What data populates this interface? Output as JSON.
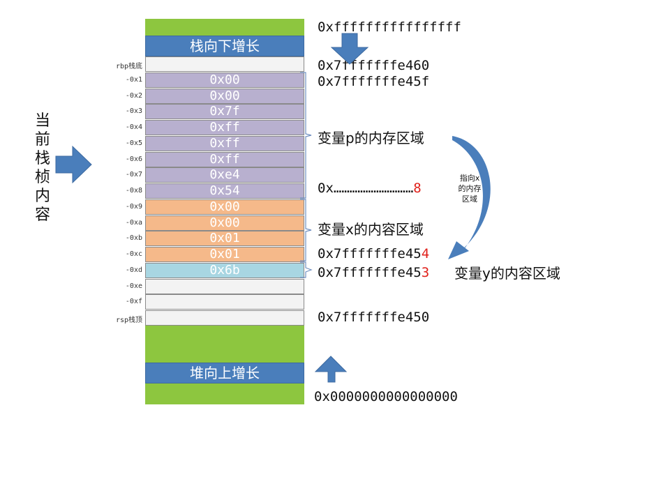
{
  "banners": {
    "top": "栈向下增长",
    "bottom": "堆向上增长"
  },
  "frame_label": "当前栈桢内容",
  "offsets": [
    "rbp栈底",
    "-0x1",
    "-0x2",
    "-0x3",
    "-0x4",
    "-0x5",
    "-0x6",
    "-0x7",
    "-0x8",
    "-0x9",
    "-0xa",
    "-0xb",
    "-0xc",
    "-0xd",
    "-0xe",
    "-0xf",
    "rsp栈顶"
  ],
  "cells": [
    "",
    "0x00",
    "0x00",
    "0x7f",
    "0xff",
    "0xff",
    "0xff",
    "0xe4",
    "0x54",
    "0x00",
    "0x00",
    "0x01",
    "0x01",
    "0x6b",
    "",
    "",
    ""
  ],
  "addresses": {
    "top": "0xffffffffffffffff",
    "rbp": "0x7fffffffe460",
    "p_start": "0x7fffffffe45f",
    "p_value_prefix": "0x…………………………",
    "p_value_last": "8",
    "x_addr_prefix": "0x7fffffffe45",
    "x_addr_last": "4",
    "y_addr_prefix": "0x7fffffffe45",
    "y_addr_last": "3",
    "rsp": "0x7fffffffe450",
    "bottom": "0x0000000000000000"
  },
  "regions": {
    "p": "变量p的内存区域",
    "x": "变量x的内容区域",
    "y": "变量y的内容区域"
  },
  "pointer_note": "指向x的内存区域",
  "colors": {
    "stack_fill": "#8dc63f",
    "banner": "#4a7ebb",
    "p_region": "#b8b0cf",
    "x_region": "#f5b98a",
    "y_region": "#a8d6e2",
    "highlight": "#e0201a",
    "arrow": "#4a7ebb"
  }
}
